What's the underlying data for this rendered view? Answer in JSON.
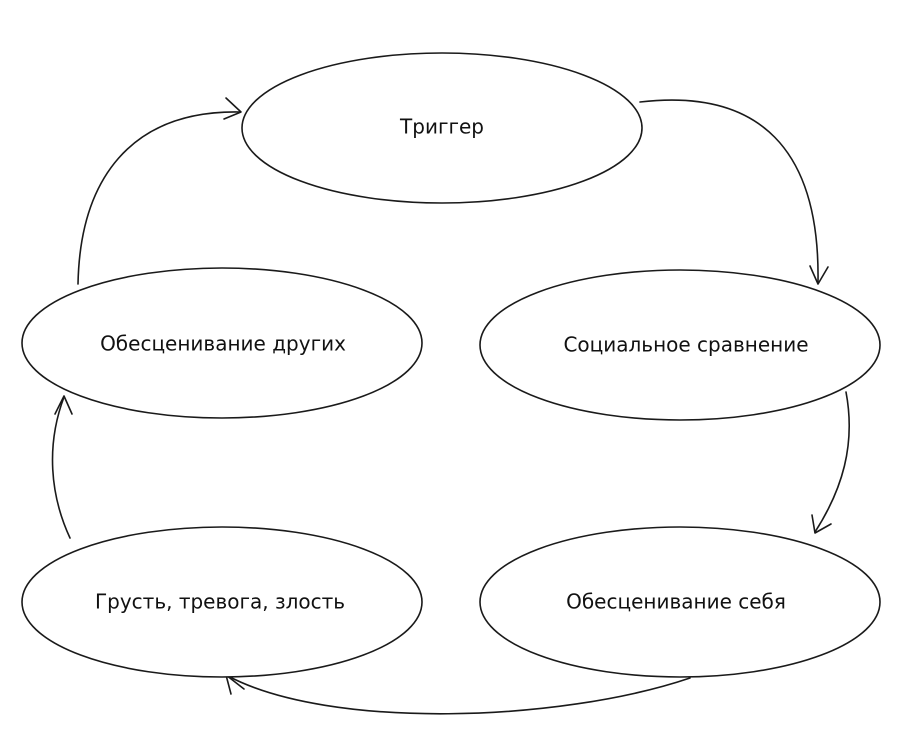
{
  "nodes": {
    "trigger": "Триггер",
    "social_comparison": "Социальное сравнение",
    "self_devaluation": "Обесценивание себя",
    "emotions": "Грусть, тревога, злость",
    "others_devaluation": "Обесценивание других"
  },
  "edges": [
    {
      "from": "trigger",
      "to": "social_comparison"
    },
    {
      "from": "social_comparison",
      "to": "self_devaluation"
    },
    {
      "from": "self_devaluation",
      "to": "emotions"
    },
    {
      "from": "emotions",
      "to": "others_devaluation"
    },
    {
      "from": "others_devaluation",
      "to": "trigger"
    }
  ],
  "colors": {
    "stroke": "#1a1a1a",
    "background": "#ffffff",
    "text": "#111111"
  }
}
